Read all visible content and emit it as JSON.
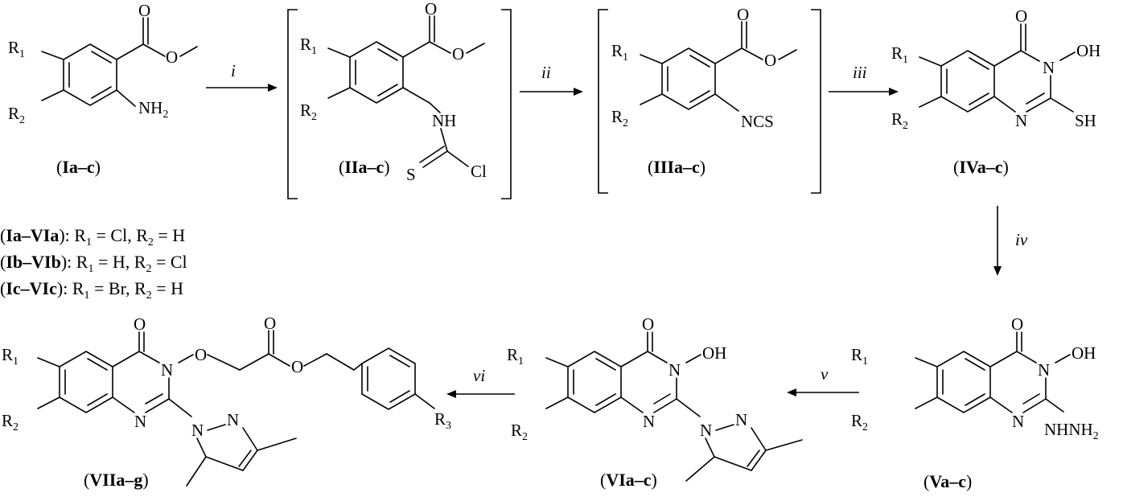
{
  "steps": {
    "i": "i",
    "ii": "ii",
    "iii": "iii",
    "iv": "iv",
    "v": "v",
    "vi": "vi"
  },
  "compounds": {
    "I": "Ia–c",
    "II": "IIa–c",
    "III": "IIIa–c",
    "IV": "IVa–c",
    "V": "Va–c",
    "VI": "VIa–c",
    "VII": "VIIa–g"
  },
  "atoms": {
    "O": "O",
    "N": "N",
    "OH": "OH",
    "SH": "SH",
    "NH": "NH",
    "S": "S",
    "Cl": "Cl",
    "NCS": "NCS",
    "NH2_main": "NH",
    "NH2_sub": "2",
    "NHNH2_main": "NHNH",
    "NHNH2_sub": "2",
    "R": "R",
    "sub1": "1",
    "sub2": "2",
    "sub3": "3"
  },
  "definitions": [
    {
      "compound": "Ia–VIa",
      "r1": "Cl",
      "r2": "H"
    },
    {
      "compound": "Ib–VIb",
      "r1": "H",
      "r2": "Cl"
    },
    {
      "compound": "Ic–VIc",
      "r1": "Br",
      "r2": "H"
    }
  ]
}
